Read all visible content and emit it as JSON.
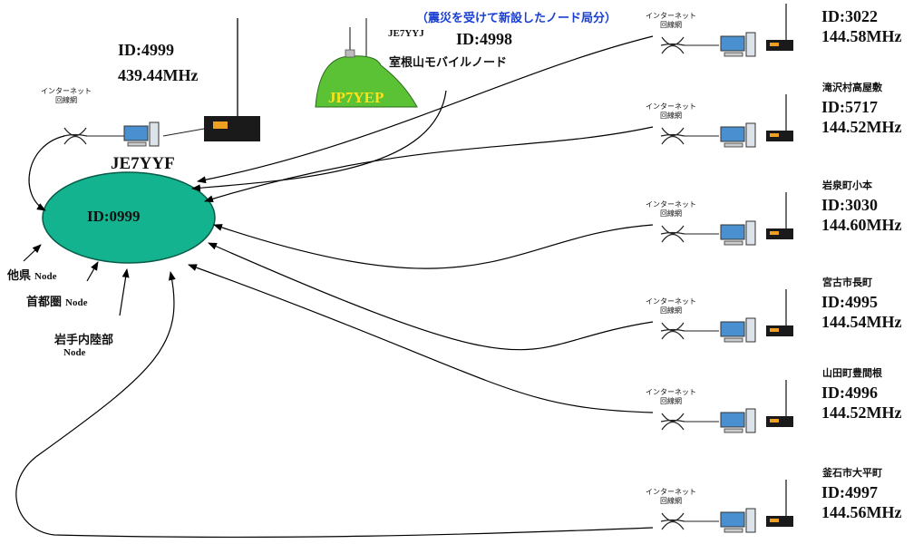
{
  "top_note": "（震災を受けて新設したノード局分）",
  "hub": {
    "id": "ID:0999"
  },
  "left_station": {
    "id": "ID:4999",
    "freq": "439.44MHz",
    "callsign": "JE7YYF",
    "net_label": [
      "インターネット",
      "回線網"
    ]
  },
  "mountain_node": {
    "call_small": "JE7YYJ",
    "id": "ID:4998",
    "name": "室根山モバイルノード",
    "callsign": "JP7YEP"
  },
  "external_nodes": [
    {
      "prefix": "他県",
      "suffix": "Node"
    },
    {
      "prefix": "首都圏",
      "suffix": "Node"
    },
    {
      "prefix": "岩手内陸部",
      "suffix": "Node"
    }
  ],
  "net_label": [
    "インターネット",
    "回線網"
  ],
  "right_nodes": [
    {
      "place": "",
      "id": "ID:3022",
      "freq": "144.58MHz"
    },
    {
      "place": "滝沢村高屋敷",
      "id": "ID:5717",
      "freq": "144.52MHz"
    },
    {
      "place": "岩泉町小本",
      "id": "ID:3030",
      "freq": "144.60MHz"
    },
    {
      "place": "宮古市長町",
      "id": "ID:4995",
      "freq": "144.54MHz"
    },
    {
      "place": "山田町豊間根",
      "id": "ID:4996",
      "freq": "144.52MHz"
    },
    {
      "place": "釜石市大平町",
      "id": "ID:4997",
      "freq": "144.56MHz"
    }
  ]
}
